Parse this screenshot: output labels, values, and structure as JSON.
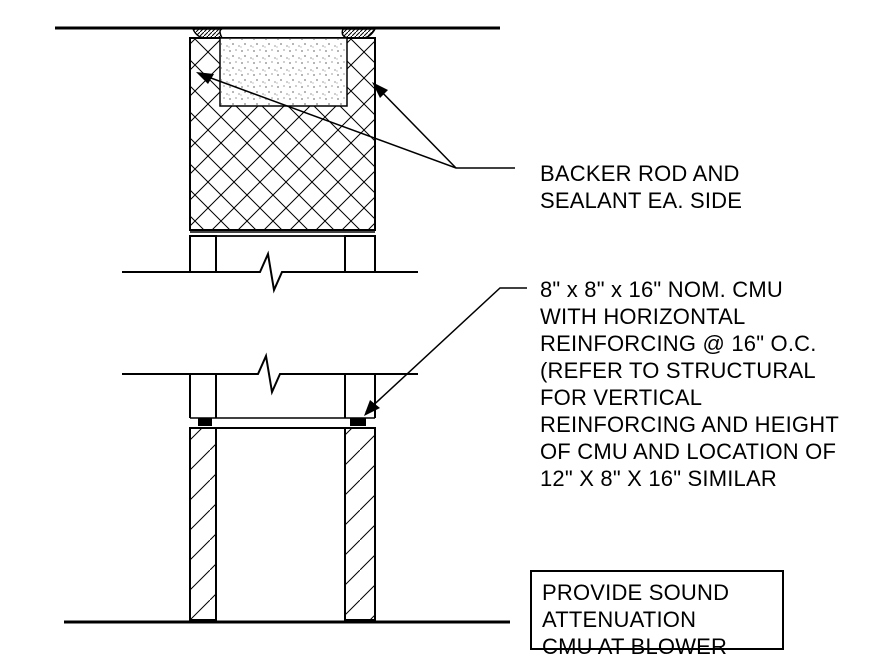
{
  "notes": {
    "backer_rod": [
      "BACKER ROD AND",
      "SEALANT EA. SIDE"
    ],
    "cmu": [
      "8\" x 8\" x 16\" NOM. CMU",
      "WITH HORIZONTAL",
      "REINFORCING @ 16\" O.C.",
      "(REFER TO STRUCTURAL",
      "FOR VERTICAL",
      "REINFORCING AND HEIGHT",
      "OF CMU AND LOCATION OF",
      "12\" X 8\" X 16\" SIMILAR"
    ],
    "sound": [
      "PROVIDE SOUND",
      "ATTENUATION",
      "CMU AT BLOWER"
    ]
  },
  "colors": {
    "line": "#000000",
    "background": "#ffffff"
  }
}
